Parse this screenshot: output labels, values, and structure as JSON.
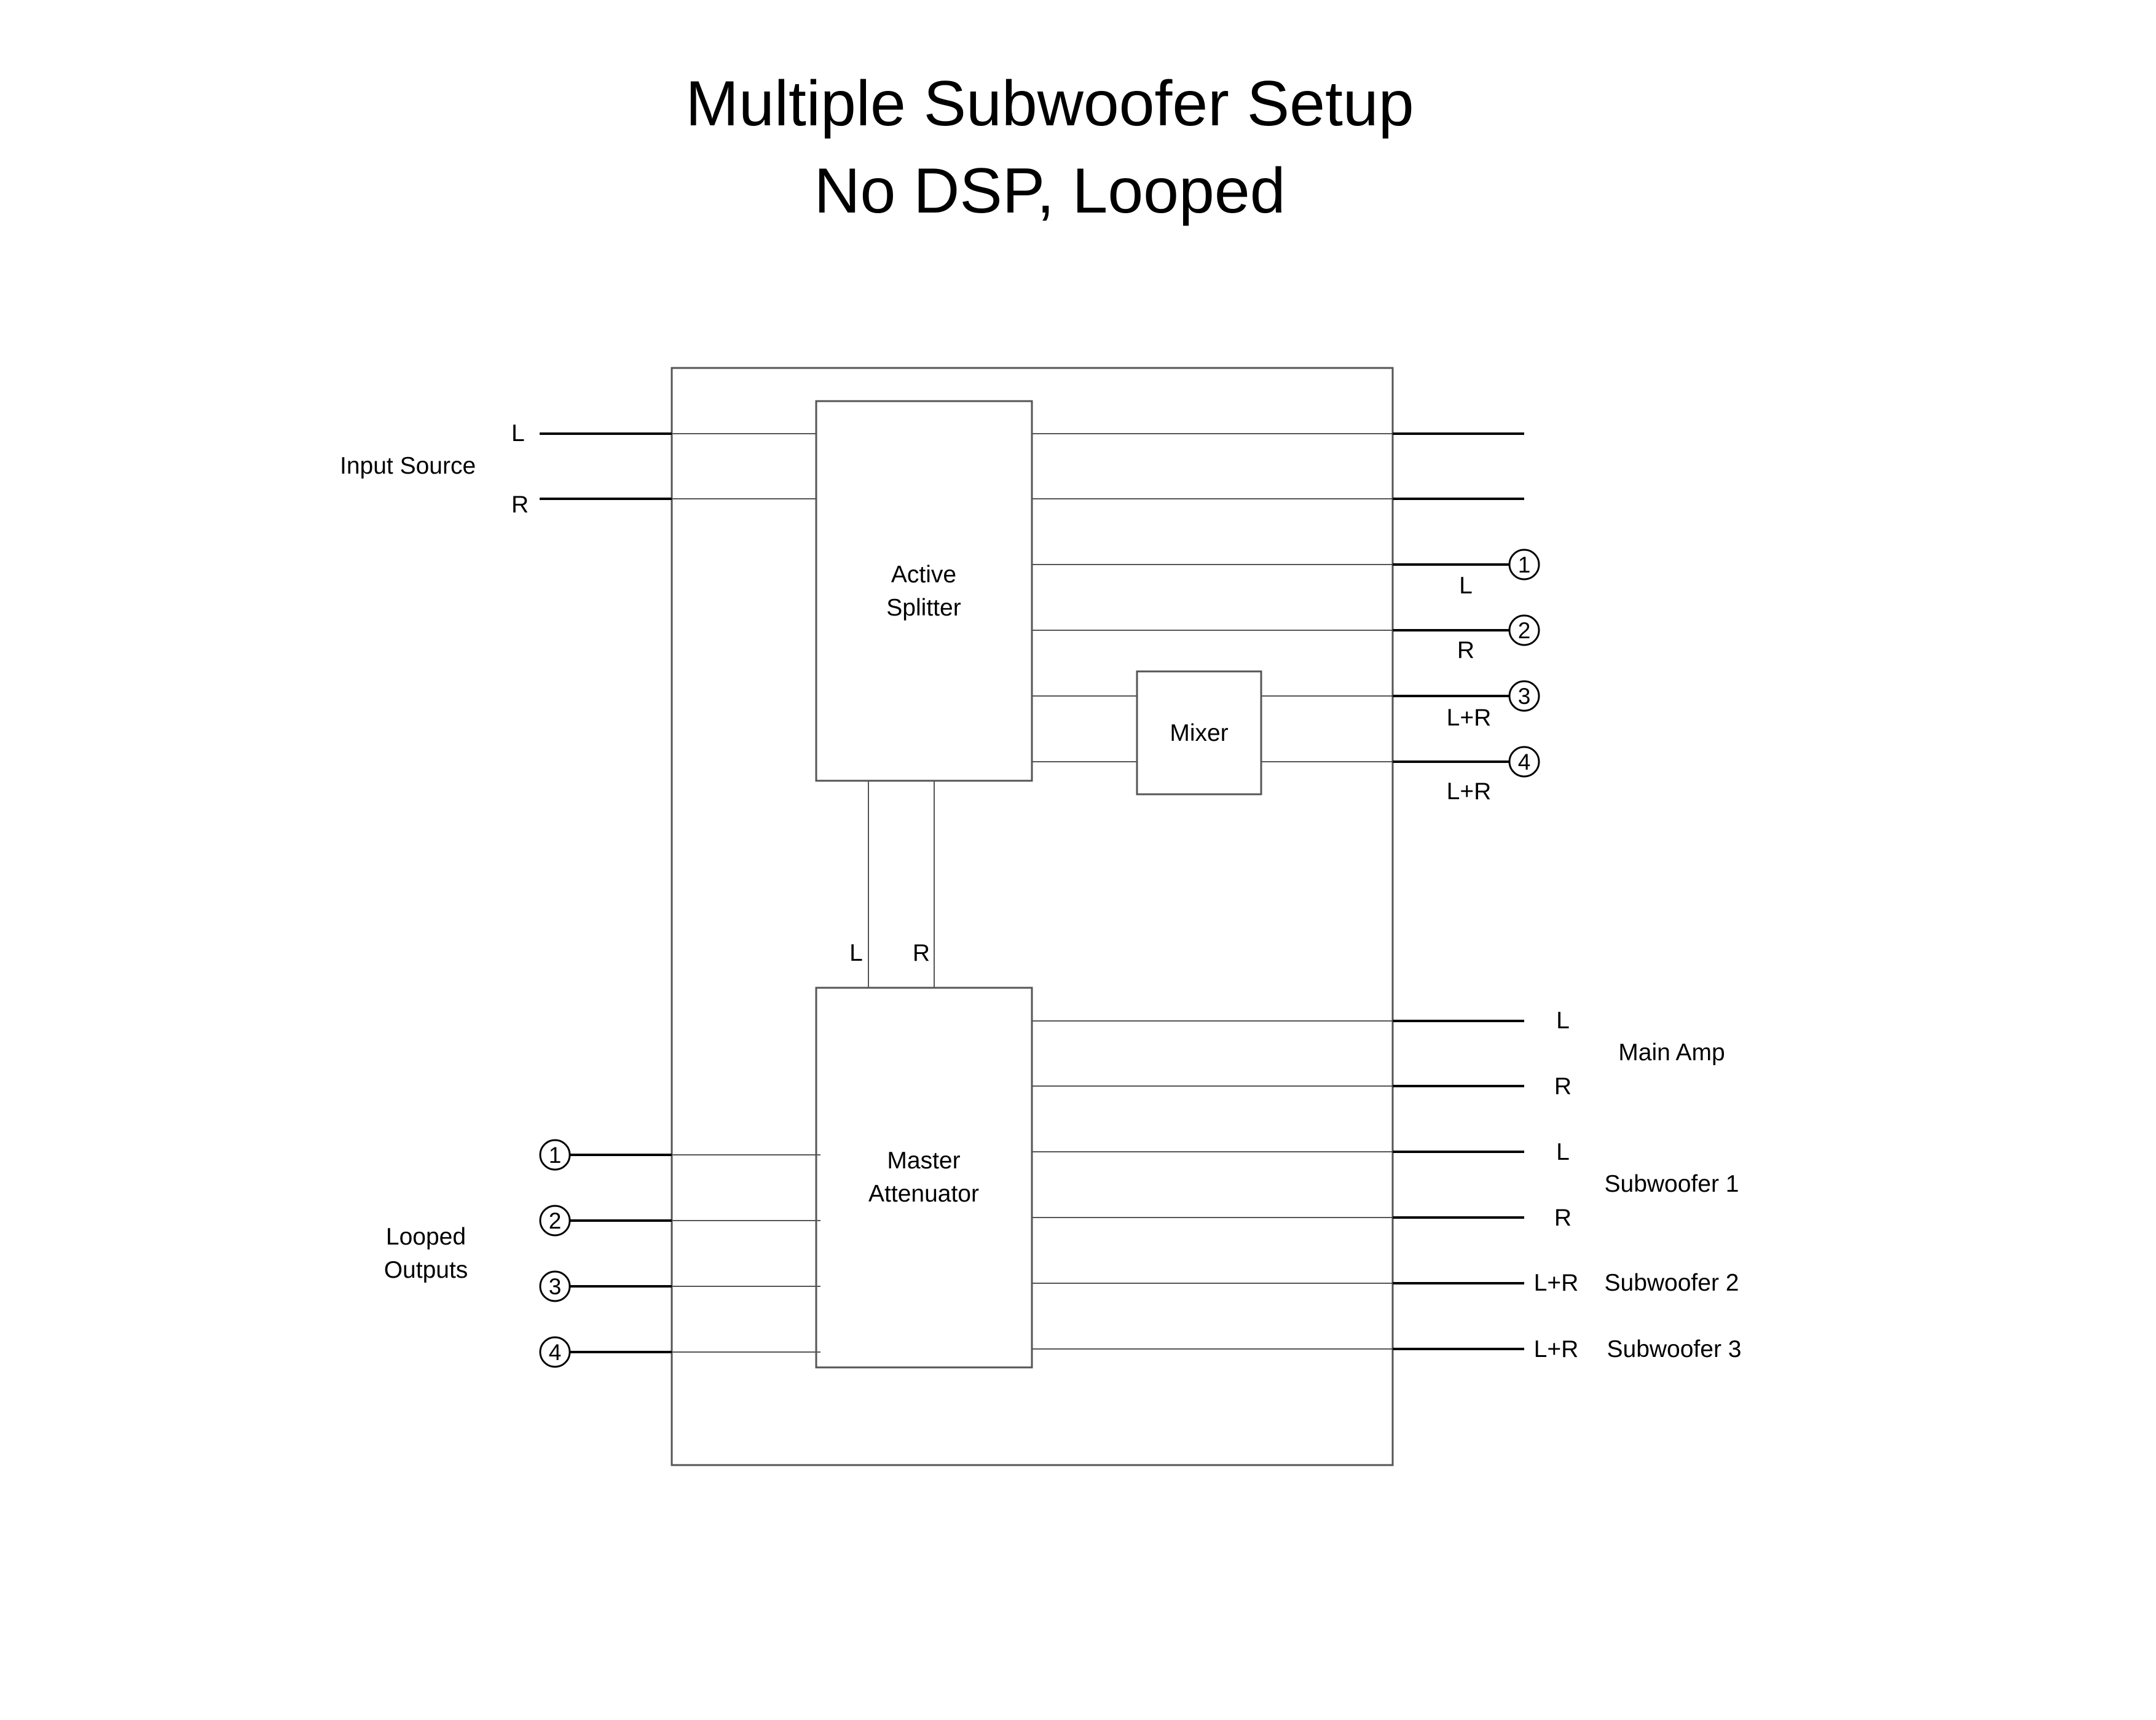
{
  "title": {
    "line1": "Multiple Subwoofer Setup",
    "line2": "No DSP, Looped"
  },
  "input": {
    "label": "Input Source",
    "left": "L",
    "right": "R"
  },
  "blocks": {
    "splitter_line1": "Active",
    "splitter_line2": "Splitter",
    "mixer": "Mixer",
    "attenuator_line1": "Master",
    "attenuator_line2": "Attenuator"
  },
  "link": {
    "left": "L",
    "right": "R"
  },
  "loop_outputs": [
    {
      "num": "1",
      "label": "L"
    },
    {
      "num": "2",
      "label": "R"
    },
    {
      "num": "3",
      "label": "L+R"
    },
    {
      "num": "4",
      "label": "L+R"
    }
  ],
  "loop_inputs": {
    "label_line1": "Looped",
    "label_line2": "Outputs",
    "nums": [
      "1",
      "2",
      "3",
      "4"
    ]
  },
  "outputs": {
    "main_amp": {
      "name": "Main Amp",
      "left": "L",
      "right": "R"
    },
    "subwoofer1": {
      "name": "Subwoofer 1",
      "left": "L",
      "right": "R"
    },
    "subwoofer2": {
      "name": "Subwoofer 2",
      "label": "L+R"
    },
    "subwoofer3": {
      "name": "Subwoofer 3",
      "label": "L+R"
    }
  }
}
